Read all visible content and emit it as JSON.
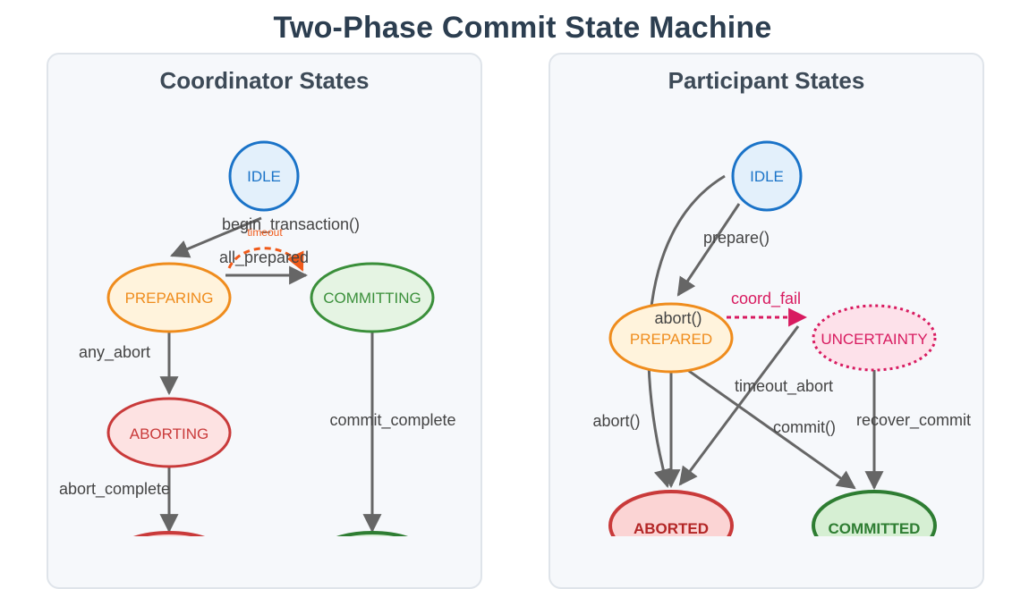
{
  "title": "Two-Phase Commit State Machine",
  "colors": {
    "idle": "#1a73c8",
    "idle_fill": "#e3f0fb",
    "preparing": "#ef8c1d",
    "preparing_fill": "#fff3dc",
    "committing": "#3a8f3a",
    "committing_fill": "#e5f4e3",
    "aborting": "#c93a3a",
    "aborting_fill": "#fde2e2",
    "uncertainty": "#d81b60",
    "uncertainty_fill": "#fde1ea",
    "timeout": "#f05a1a",
    "edge": "#666666"
  },
  "coordinator": {
    "title": "Coordinator States",
    "states": {
      "idle": "IDLE",
      "preparing": "PREPARING",
      "committing": "COMMITTING",
      "aborting": "ABORTING"
    },
    "transitions": {
      "begin": "begin_transaction()",
      "all_prepared": "all_prepared",
      "timeout": "timeout",
      "any_abort": "any_abort",
      "commit_complete": "commit_complete",
      "abort_complete": "abort_complete"
    }
  },
  "participant": {
    "title": "Participant States",
    "states": {
      "idle": "IDLE",
      "prepared": "PREPARED",
      "uncertainty": "UNCERTAINTY",
      "aborted": "ABORTED",
      "committed": "COMMITTED"
    },
    "transitions": {
      "prepare": "prepare()",
      "coord_fail": "coord_fail",
      "abort_from_prepared": "abort()",
      "abort_from_idle": "abort()",
      "timeout_abort": "timeout_abort",
      "commit": "commit()",
      "recover_commit": "recover_commit"
    }
  }
}
